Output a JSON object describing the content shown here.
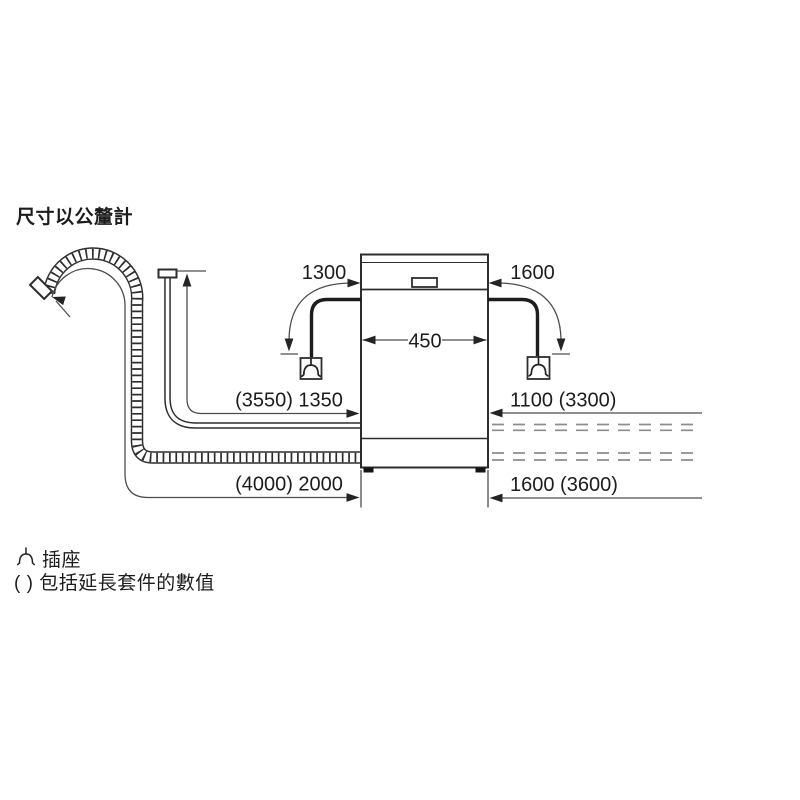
{
  "page": {
    "title": "尺寸以公釐計"
  },
  "dimensions": {
    "unit_width": "450",
    "cord_left": "1300",
    "cord_right": "1600",
    "supply_left": "(3550) 1350",
    "supply_right": "1100 (3300)",
    "drain_left": "(4000) 2000",
    "drain_right": "1600 (3600)"
  },
  "legend": {
    "socket_label": "插座",
    "brackets_note": "( ) 包括延長套件的數值"
  },
  "colors": {
    "line": "#2d2d2d",
    "dim_line": "#4d4d4d",
    "dashed_line": "#8c8c8c",
    "text": "#1c1c1c",
    "background": "#ffffff"
  }
}
